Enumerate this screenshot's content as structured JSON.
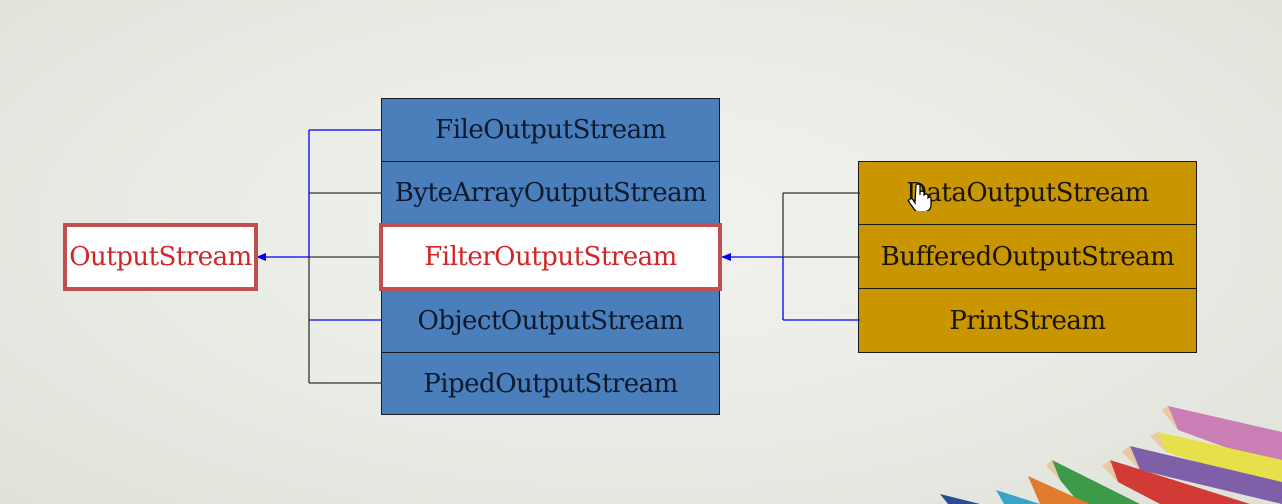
{
  "diagram": {
    "base": {
      "label": "OutputStream"
    },
    "middle": [
      {
        "label": "FileOutputStream"
      },
      {
        "label": "ByteArrayOutputStream"
      },
      {
        "label": "FilterOutputStream"
      },
      {
        "label": "ObjectOutputStream"
      },
      {
        "label": "PipedOutputStream"
      }
    ],
    "right": [
      {
        "label": "DataOutputStream"
      },
      {
        "label": "BufferedOutputStream"
      },
      {
        "label": "PrintStream"
      }
    ]
  },
  "colors": {
    "middle_fill": "#4a7fbb",
    "right_fill": "#c99600",
    "highlight_border": "#c0504d",
    "highlight_text": "#d0262a",
    "connector_blue": "#0000ee",
    "connector_dark": "#333333"
  }
}
